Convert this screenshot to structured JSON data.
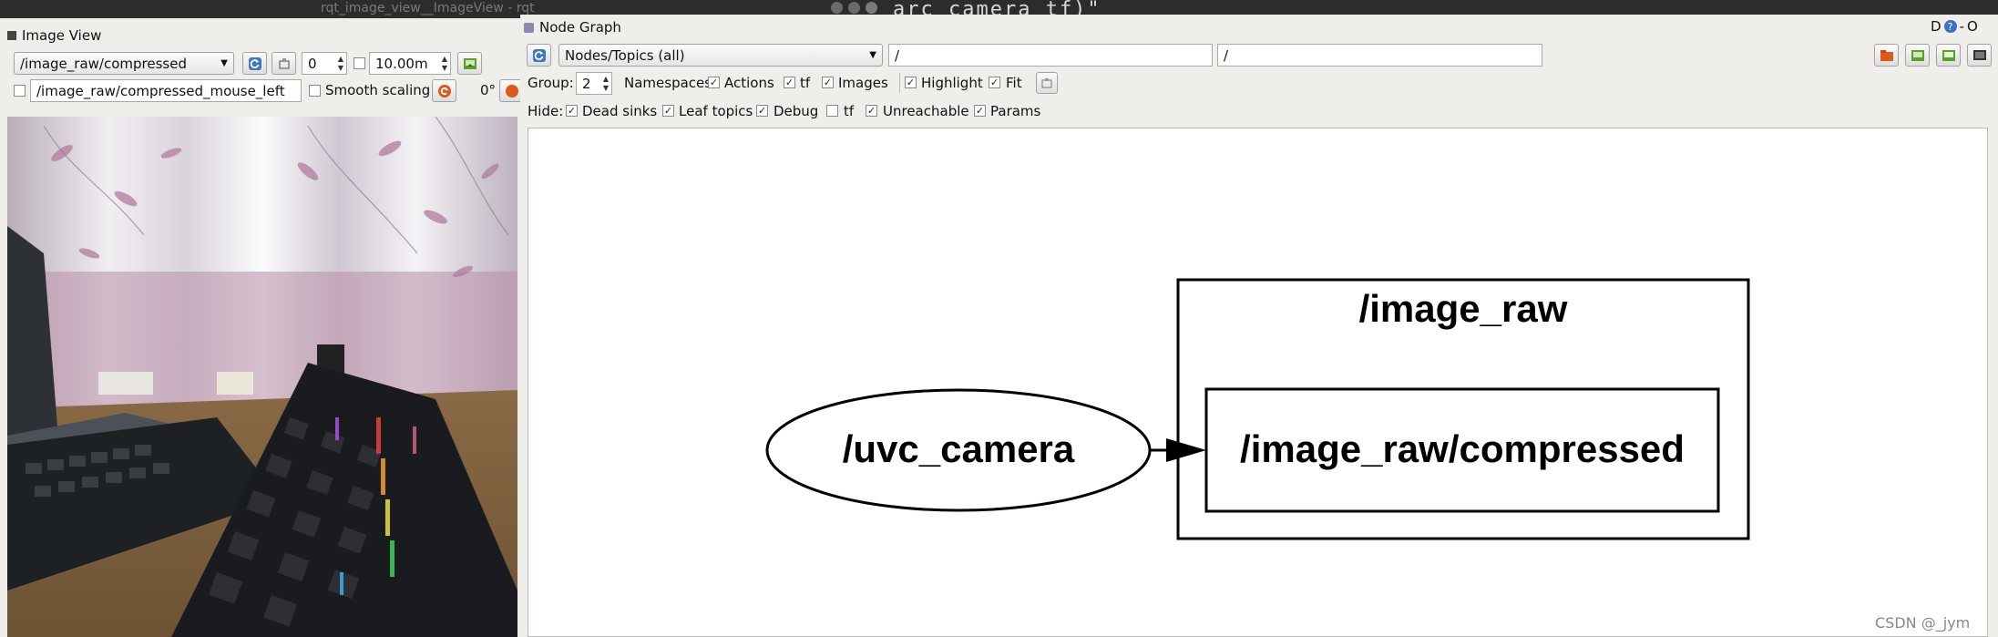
{
  "desktop": {
    "window_title": "rqt_image_view__ImageView - rqt",
    "terminal_text": "arc camera tf)\""
  },
  "image_view": {
    "title": "Image View",
    "topic": "/image_raw/compressed",
    "spin_value": "0",
    "max_value": "10.00m",
    "mouse_topic": "/image_raw/compressed_mouse_left",
    "smooth_scaling_label": "Smooth scaling",
    "rotation": "0°",
    "smooth_scaling_checked": false,
    "mouse_checked": false
  },
  "node_graph": {
    "title": "Node Graph",
    "corner_buttons": [
      "D",
      "?",
      "-",
      "O"
    ],
    "mode": "Nodes/Topics (all)",
    "filter1": "/",
    "filter2": "/",
    "group_label": "Group:",
    "group_value": "2",
    "options": [
      {
        "label": "Namespaces",
        "checked": false
      },
      {
        "label": "Actions",
        "checked": true
      },
      {
        "label": "tf",
        "checked": true
      },
      {
        "label": "Images",
        "checked": true
      },
      {
        "label": "Highlight",
        "checked": true
      },
      {
        "label": "Fit",
        "checked": true
      }
    ],
    "hide_label": "Hide:",
    "hide_options": [
      {
        "label": "Dead sinks",
        "checked": true
      },
      {
        "label": "Leaf topics",
        "checked": true
      },
      {
        "label": "Debug",
        "checked": true
      },
      {
        "label": "tf",
        "checked": false
      },
      {
        "label": "Unreachable",
        "checked": true
      },
      {
        "label": "Params",
        "checked": true
      }
    ],
    "graph": {
      "node": "/uvc_camera",
      "namespace": "/image_raw",
      "topic": "/image_raw/compressed"
    }
  },
  "watermark": "CSDN @_jym",
  "colors": {
    "window_bg": "#efeeea",
    "accent_orange": "#e0591a"
  }
}
